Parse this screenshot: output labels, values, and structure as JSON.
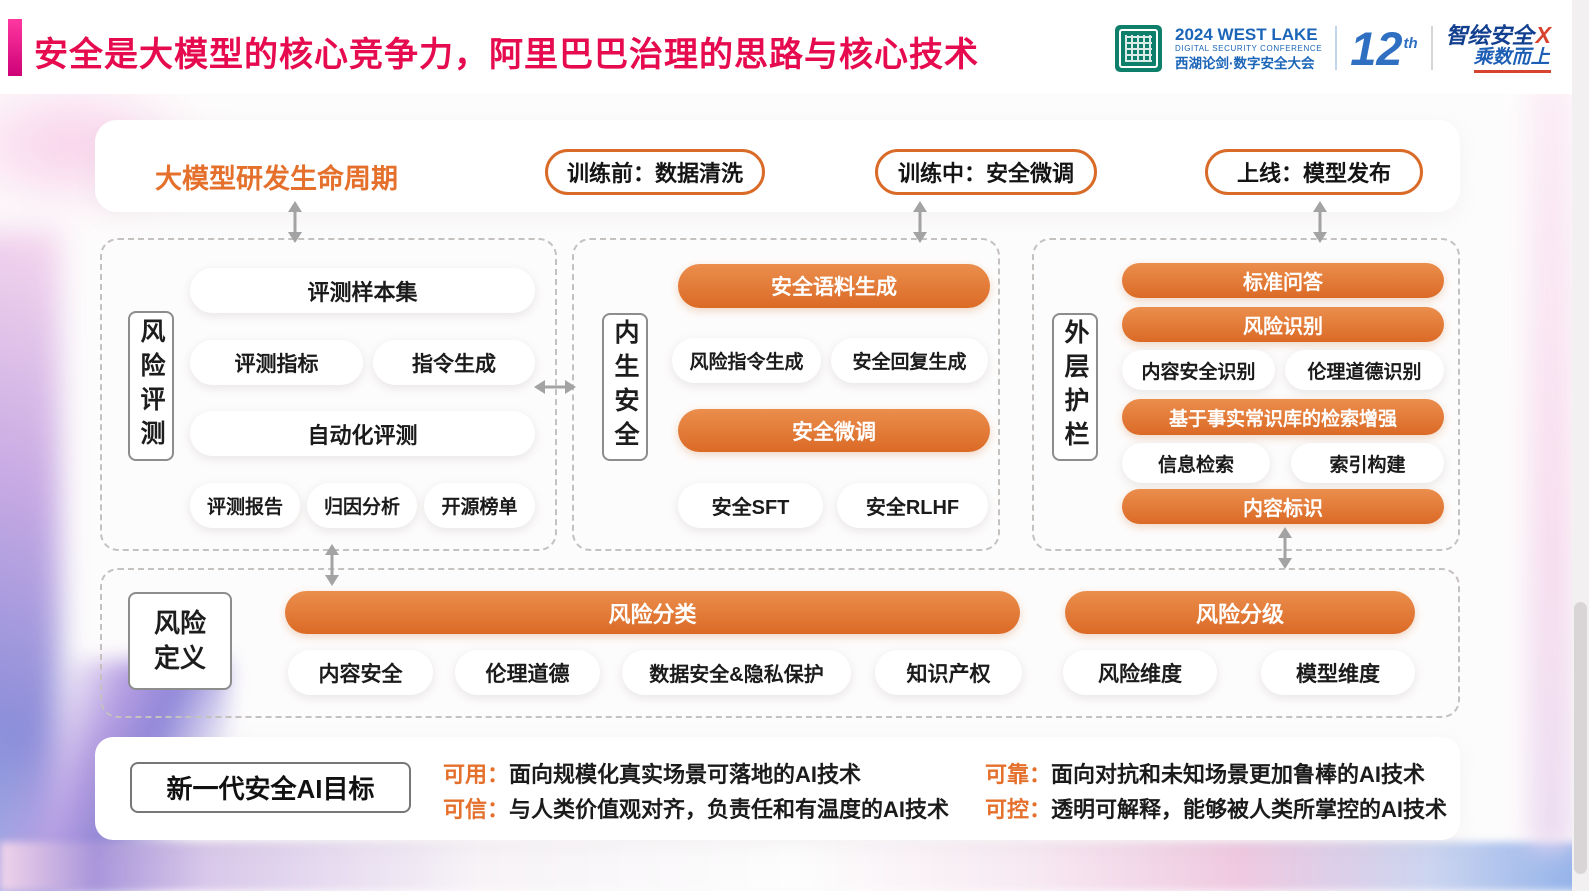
{
  "colors": {
    "title_red": "#e60a4e",
    "accent_orange": "#e4702c",
    "orange_gradient_light": "#eb8e4d",
    "orange_gradient_dark": "#db6a26",
    "conference_blue": "#1b65b8",
    "arrow_gray": "#a3a3a3"
  },
  "header": {
    "title": "安全是大模型的核心竞争力，阿里巴巴治理的思路与核心技术",
    "conference": {
      "line1": "2024 WEST LAKE",
      "line2": "DIGITAL SECURITY CONFERENCE",
      "line3": "西湖论剑·数字安全大会",
      "edition_number": "12",
      "edition_suffix": "th"
    },
    "brand": {
      "line1": "智绘安全",
      "x_mark": "X",
      "line2": "乘数而上"
    }
  },
  "lifecycle": {
    "title": "大模型研发生命周期",
    "stages": [
      {
        "label": "训练前：数据清洗"
      },
      {
        "label": "训练中：安全微调"
      },
      {
        "label": "上线：模型发布"
      }
    ]
  },
  "risk_eval": {
    "side_label": "风险评测",
    "sample_set": "评测样本集",
    "metrics": "评测指标",
    "instruction_gen": "指令生成",
    "auto_eval": "自动化评测",
    "report": "评测报告",
    "attribution": "归因分析",
    "leaderboard": "开源榜单"
  },
  "intrinsic_safety": {
    "side_label": "内生安全",
    "corpus_gen": "安全语料生成",
    "risk_instruction_gen": "风险指令生成",
    "safe_reply_gen": "安全回复生成",
    "safety_finetune": "安全微调",
    "safe_sft": "安全SFT",
    "safe_rlhf": "安全RLHF"
  },
  "outer_guardrail": {
    "side_label": "外层护栏",
    "standard_qa": "标准问答",
    "risk_recognition": "风险识别",
    "content_safety_recog": "内容安全识别",
    "ethics_recog": "伦理道德识别",
    "retrieval_aug": "基于事实常识库的检索增强",
    "info_retrieval": "信息检索",
    "index_build": "索引构建",
    "content_label": "内容标识"
  },
  "risk_definition": {
    "side_label_line1": "风险",
    "side_label_line2": "定义",
    "classification": "风险分类",
    "grading": "风险分级",
    "classification_items": [
      "内容安全",
      "伦理道德",
      "数据安全&隐私保护",
      "知识产权"
    ],
    "grading_items": [
      "风险维度",
      "模型维度"
    ]
  },
  "goals": {
    "title": "新一代安全AI目标",
    "items": [
      {
        "prefix": "可用：",
        "text": "面向规模化真实场景可落地的AI技术"
      },
      {
        "prefix": "可信：",
        "text": "与人类价值观对齐，负责任和有温度的AI技术"
      },
      {
        "prefix": "可靠：",
        "text": "面向对抗和未知场景更加鲁棒的AI技术"
      },
      {
        "prefix": "可控：",
        "text": "透明可解释，能够被人类所掌控的AI技术"
      }
    ]
  }
}
